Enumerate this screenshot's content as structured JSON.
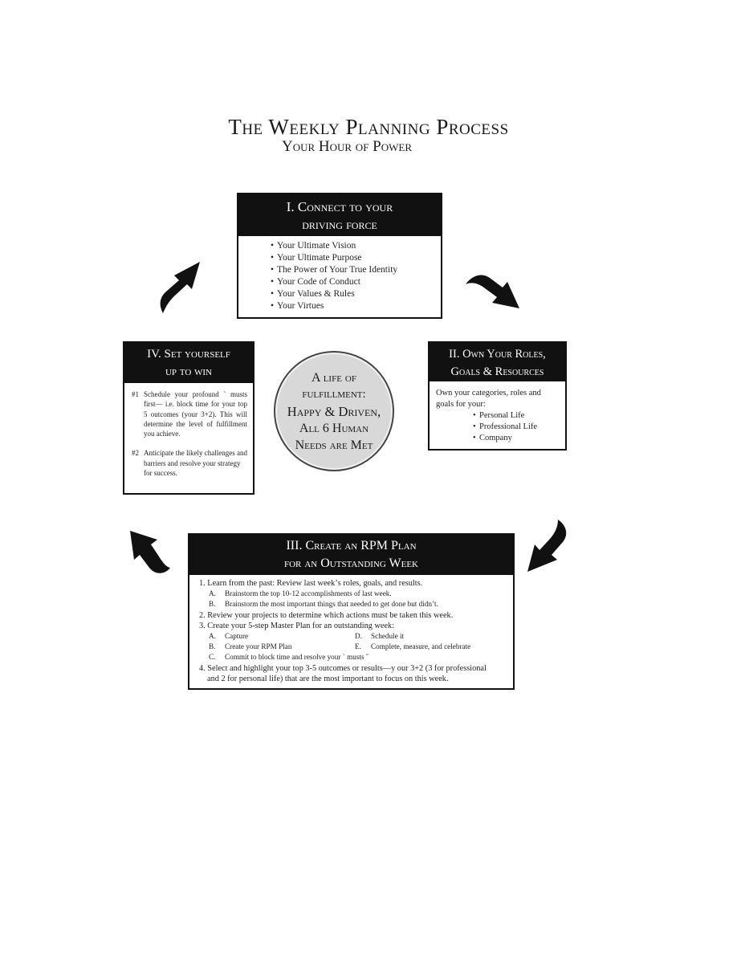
{
  "header": {
    "title": "The Weekly Planning Process",
    "subtitle": "Your Hour of Power"
  },
  "box1": {
    "heading_line1": "I.  Connect to your",
    "heading_line2": "driving force",
    "items": [
      "Your Ultimate Vision",
      "Your Ultimate Purpose",
      "The Power of Your True Identity",
      "Your Code of Conduct",
      "Your Values & Rules",
      "Your Virtues"
    ]
  },
  "box2": {
    "heading_line1": "II.  Own Your Roles,",
    "heading_line2": "Goals & Resources",
    "intro": "Own your categories, roles and goals for your:",
    "items": [
      "Personal Life",
      "Professional Life",
      "Company"
    ]
  },
  "box4": {
    "heading_line1": "IV.  Set yourself",
    "heading_line2": "up to win",
    "item1_num": "#1",
    "item1_text": "Schedule your profound ` musts first— i.e. block time for your top 5 outcomes (your 3+2). This will determine the level of fulfillment you achieve.",
    "item2_num": "#2",
    "item2_text": "Anticipate the likely challenges and barriers and resolve your strategy for success."
  },
  "box3": {
    "heading_line1": "III.  Create an RPM Plan",
    "heading_line2": "for an Outstanding Week",
    "step1": "1. Learn from the past:  Review last weekʼs roles, goals, and results.",
    "step1_a_letter": "A.",
    "step1_a": "Brainstorm the top 10-12 accomplishments of last week.",
    "step1_b_letter": "B.",
    "step1_b": "Brainstorm the most important things that needed to get done but didnʼt.",
    "step2": "2. Review your projects to determine which actions must be taken this week.",
    "step3": "3. Create your 5-step Master Plan for an outstanding week:",
    "step3_a_letter": "A.",
    "step3_a": "Capture",
    "step3_d_letter": "D.",
    "step3_d": "Schedule it",
    "step3_b_letter": "B.",
    "step3_b": "Create your RPM Plan",
    "step3_e_letter": "E.",
    "step3_e": "Complete, measure, and celebrate",
    "step3_c_letter": "C.",
    "step3_c": "Commit to block time and resolve your ` musts ˝",
    "step4_line1": "4. Select and highlight your top 3-5 outcomes or results—y our 3+2 (3 for professional",
    "step4_line2": "and 2 for personal life) that are the most important to focus on this week."
  },
  "center": {
    "line1": "A life of",
    "line2": "fulfillment:",
    "line3": "Happy & Driven,",
    "line4": "All 6 Human",
    "line5": "Needs are Met"
  },
  "arrows": [
    "arrow-up-right-icon",
    "arrow-down-right-icon",
    "arrow-down-left-icon",
    "arrow-up-left-icon"
  ]
}
